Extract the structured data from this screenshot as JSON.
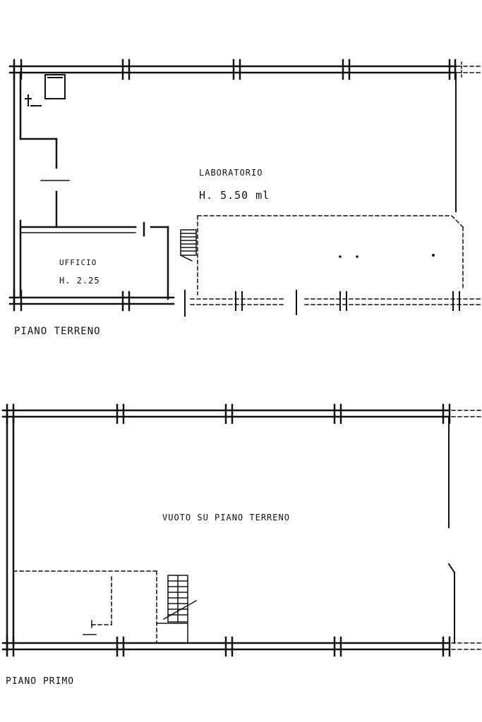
{
  "ground_floor": {
    "caption": "PIANO TERRENO",
    "lab_name": "LABORATORIO",
    "lab_height": "H. 5.50 ml",
    "office_name": "UFFICIO",
    "office_height": "H. 2.25"
  },
  "first_floor": {
    "caption": "PIANO PRIMO",
    "void_label": "VUOTO SU PIANO TERRENO"
  },
  "colors": {
    "ink": "#111111",
    "paper": "#ffffff"
  }
}
